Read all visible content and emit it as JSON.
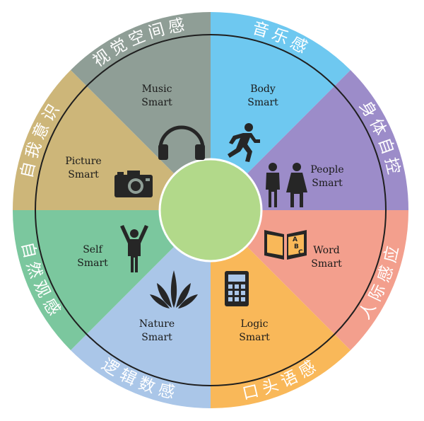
{
  "colors": {
    "center": "#b2d98a",
    "divider": "#1f1f1f",
    "icon": "#262626"
  },
  "segments": [
    {
      "id": "music",
      "label_line1": "Music",
      "label_line2": "Smart",
      "ring_text": "音乐感",
      "color": "#6ec8f0",
      "icon": "headphones-icon"
    },
    {
      "id": "body",
      "label_line1": "Body",
      "label_line2": "Smart",
      "ring_text": "身体自控",
      "color": "#9c8cc9",
      "icon": "running-person-icon"
    },
    {
      "id": "people",
      "label_line1": "People",
      "label_line2": "Smart",
      "ring_text": "人际感应",
      "color": "#f39f8d",
      "icon": "man-woman-icon"
    },
    {
      "id": "word",
      "label_line1": "Word",
      "label_line2": "Smart",
      "ring_text": "口头语感",
      "color": "#f9b859",
      "icon": "abc-book-icon"
    },
    {
      "id": "logic",
      "label_line1": "Logic",
      "label_line2": "Smart",
      "ring_text": "逻辑数感",
      "color": "#aac6e8",
      "icon": "calculator-icon"
    },
    {
      "id": "nature",
      "label_line1": "Nature",
      "label_line2": "Smart",
      "ring_text": "自然观感",
      "color": "#7bc79e",
      "icon": "leaves-icon"
    },
    {
      "id": "self",
      "label_line1": "Self",
      "label_line2": "Smart",
      "ring_text": "自我意识",
      "color": "#cdb679",
      "icon": "raised-arms-person-icon"
    },
    {
      "id": "picture",
      "label_line1": "Picture",
      "label_line2": "Smart",
      "ring_text": "视觉空间感",
      "color": "#8f9e96",
      "icon": "camera-icon"
    }
  ]
}
